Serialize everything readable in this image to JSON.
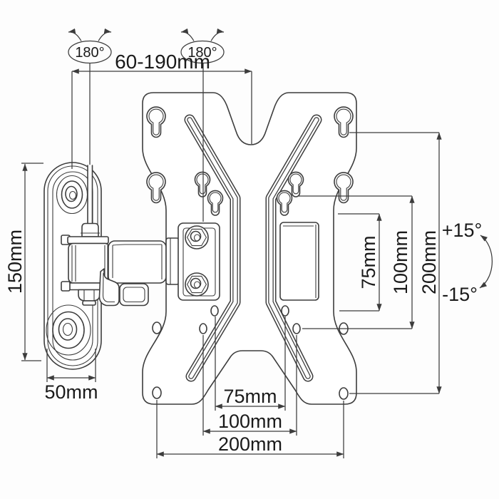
{
  "diagram": {
    "subject": "Articulating TV wall-mount bracket technical drawing with VESA plate, swivel arm and wall plate",
    "colors": {
      "line": "#3d3d3d",
      "text": "#1a1a1a",
      "background": "#ffffff"
    },
    "labels": {
      "swivel_left": "180°",
      "swivel_right": "180°",
      "extension_range": "60-190mm",
      "wall_plate_height": "150mm",
      "wall_plate_width": "50mm",
      "tilt_up": "+15°",
      "tilt_down": "-15°",
      "vesa_vertical": {
        "v75": "75mm",
        "v100": "100mm",
        "v200": "200mm"
      },
      "vesa_horizontal": {
        "h75": "75mm",
        "h100": "100mm",
        "h200": "200mm"
      }
    }
  }
}
